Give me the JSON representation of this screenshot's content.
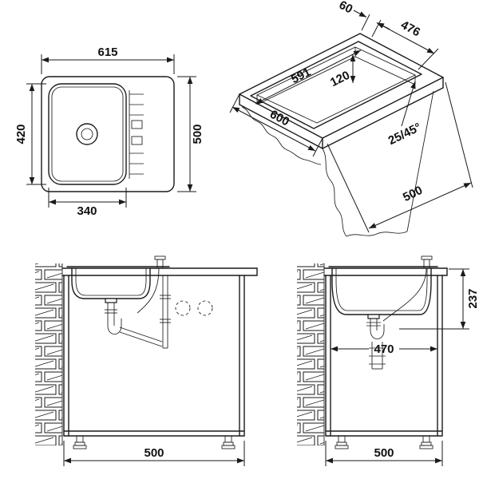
{
  "drawing": {
    "background": "#ffffff",
    "ink": "#1a1a1a",
    "top_view": {
      "overall_width": "615",
      "bowl_height": "420",
      "overall_depth": "500",
      "bowl_width": "340"
    },
    "iso_view": {
      "edge_offset": "60",
      "cutout_depth": "476",
      "cutout_width": "591",
      "bowl_depth": "120",
      "base_width": "600",
      "corner_spec": "25/45°",
      "base_depth": "500"
    },
    "front_view": {
      "base_width": "500"
    },
    "side_view": {
      "trap_height": "237",
      "inner_width": "470",
      "base_depth": "500"
    }
  }
}
